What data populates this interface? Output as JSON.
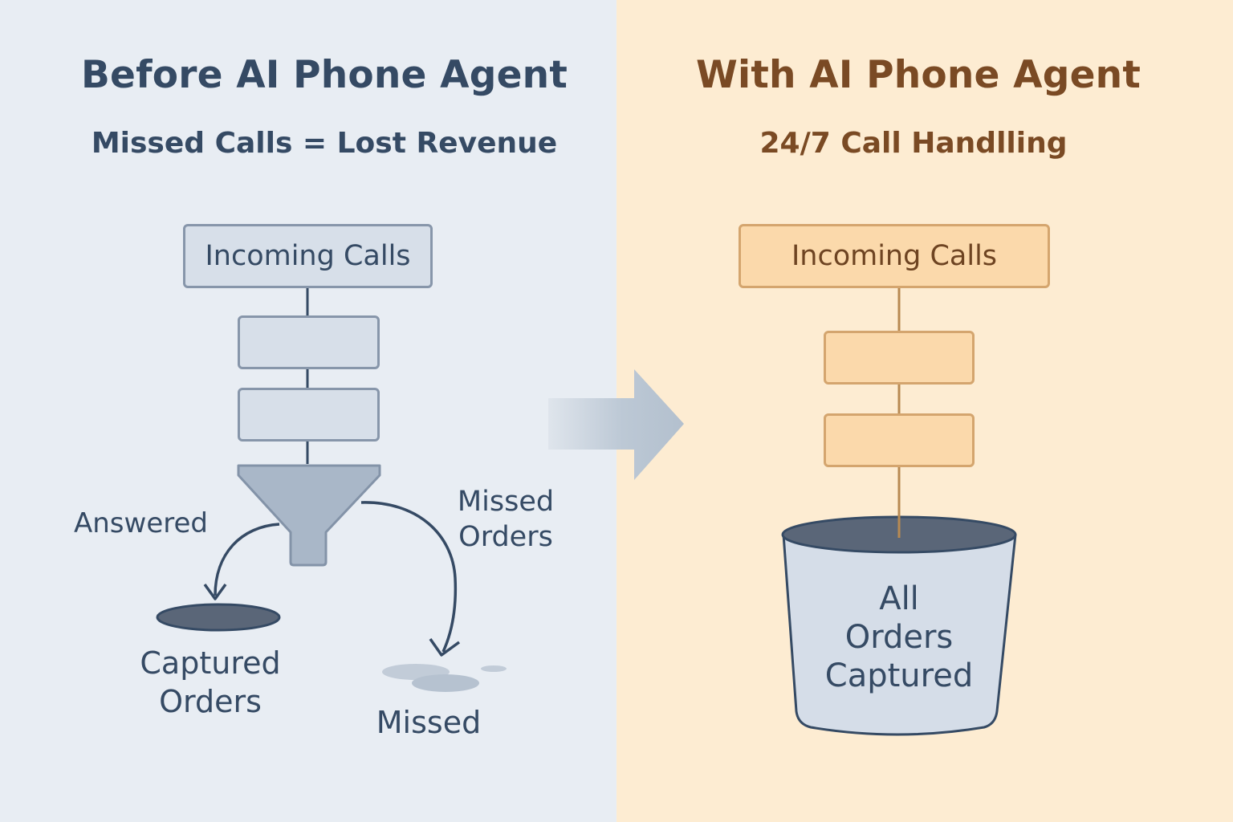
{
  "before": {
    "title": "Before AI Phone Agent",
    "subtitle": "Missed Calls = Lost Revenue",
    "incoming_label": "Incoming Calls",
    "answered_label": "Answered",
    "missed_orders_label": "Missed\nOrders",
    "captured_orders_label": "Captured\nOrders",
    "missed_label": "Missed"
  },
  "after": {
    "title": "With AI Phone Agent",
    "subtitle": "24/7 Call Handlling",
    "incoming_label": "Incoming Calls",
    "bucket_label": "All\nOrders\nCaptured"
  },
  "colors": {
    "left_bg": "#e8edf3",
    "right_bg": "#fdecd2",
    "left_text": "#354a64",
    "right_text": "#7a4a24"
  },
  "icons": [
    "funnel-icon",
    "transition-arrow-icon",
    "bucket-icon",
    "puddle-icon",
    "hole-icon"
  ]
}
